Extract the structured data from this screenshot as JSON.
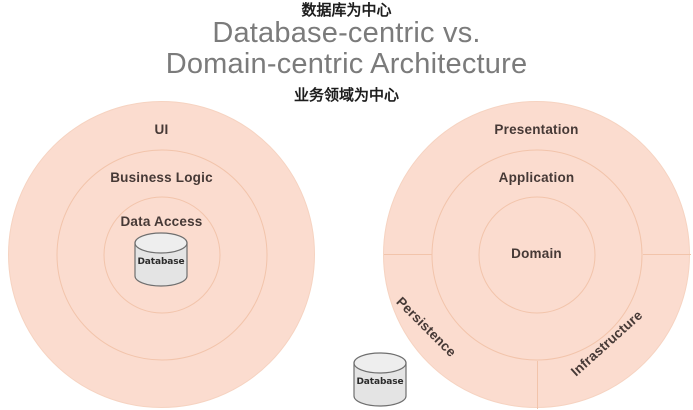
{
  "title": {
    "line1": "Database-centric vs.",
    "line2": "Domain-centric Architecture",
    "annotation_top": "数据库为中心",
    "annotation_bottom": "业务领域为中心"
  },
  "left_diagram": {
    "name": "database-centric-architecture",
    "rings": [
      {
        "label": "UI"
      },
      {
        "label": "Business Logic"
      },
      {
        "label": "Data Access"
      }
    ],
    "database": {
      "label": "Database"
    }
  },
  "right_diagram": {
    "name": "domain-centric-architecture",
    "rings": [
      {
        "label": "Presentation"
      },
      {
        "label": "Application"
      },
      {
        "label": "Domain"
      }
    ],
    "sectors": [
      {
        "label": "Persistence"
      },
      {
        "label": "Infrastructure"
      }
    ]
  },
  "external_database": {
    "label": "Database"
  },
  "colors": {
    "ring_fill": "#fbdccf",
    "ring_stroke": "#f2c4ab",
    "label_text": "#463936",
    "title_text": "#7b7b7b",
    "annotation_text": "#1d1d1d",
    "cylinder_fill": "#e4e4e4",
    "cylinder_stroke": "#6f6f6f"
  }
}
